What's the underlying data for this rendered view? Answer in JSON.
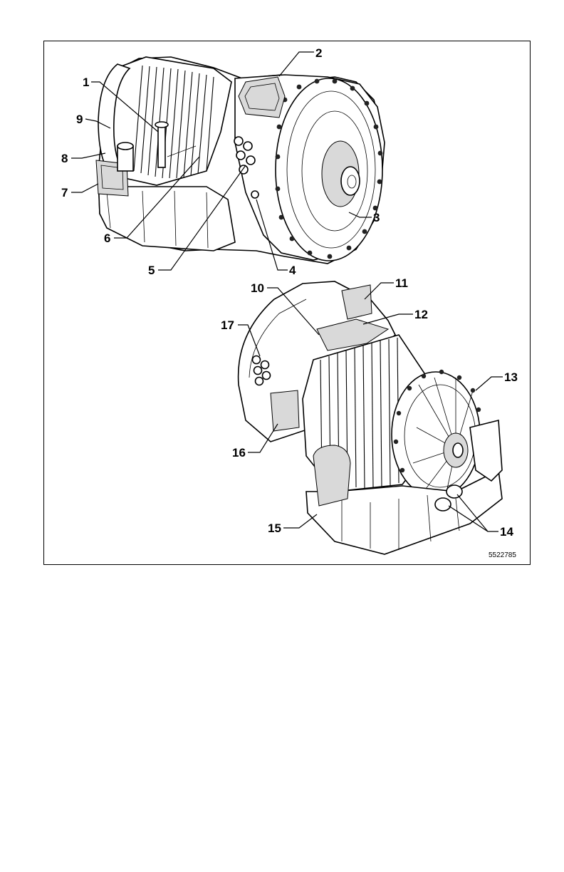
{
  "figure": {
    "figure_id": "5522785",
    "callouts": [
      {
        "id": "c1",
        "label": "1"
      },
      {
        "id": "c2",
        "label": "2"
      },
      {
        "id": "c3",
        "label": "3"
      },
      {
        "id": "c4",
        "label": "4"
      },
      {
        "id": "c5",
        "label": "5"
      },
      {
        "id": "c6",
        "label": "6"
      },
      {
        "id": "c7",
        "label": "7"
      },
      {
        "id": "c8",
        "label": "8"
      },
      {
        "id": "c9",
        "label": "9"
      },
      {
        "id": "c10",
        "label": "10"
      },
      {
        "id": "c11",
        "label": "11"
      },
      {
        "id": "c12",
        "label": "12"
      },
      {
        "id": "c13",
        "label": "13"
      },
      {
        "id": "c14",
        "label": "14"
      },
      {
        "id": "c15",
        "label": "15"
      },
      {
        "id": "c16",
        "label": "16"
      },
      {
        "id": "c17",
        "label": "17"
      }
    ]
  }
}
